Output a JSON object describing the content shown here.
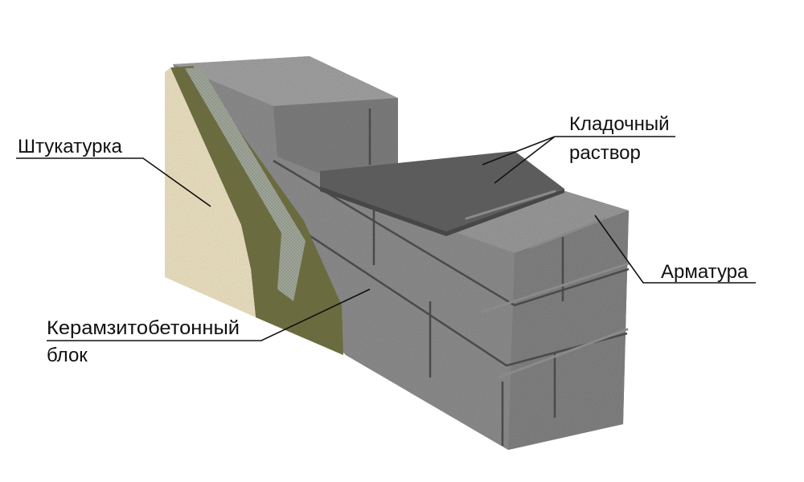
{
  "labels": {
    "plaster": "Штукатурка",
    "mortar_line1": "Кладочный",
    "mortar_line2": "раствор",
    "rebar": "Арматура",
    "block_line1": "Керамзитобетонный",
    "block_line2": "блок"
  },
  "colors": {
    "plaster": "#efe4c4",
    "insulation": "#6b6b40",
    "mesh": "#8e9488",
    "block": "#8c8c8c",
    "mortar": "#5a5a5a",
    "background": "#ffffff"
  }
}
